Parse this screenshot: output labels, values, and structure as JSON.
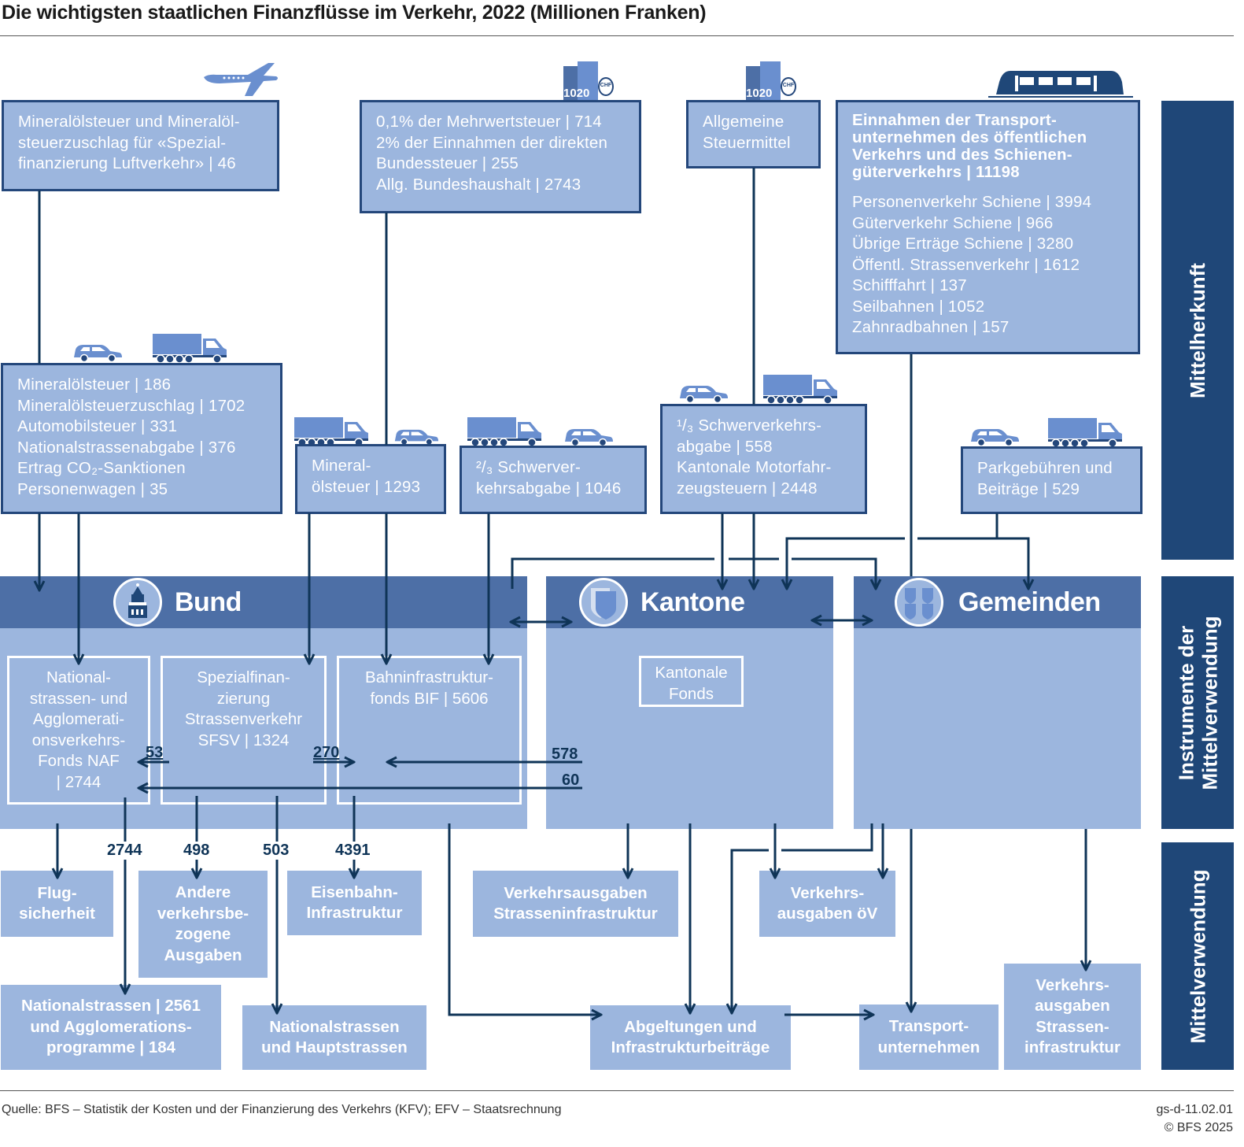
{
  "title": "Die wichtigsten staatlichen Finanzflüsse im Verkehr, 2022 (Millionen Franken)",
  "sources": {
    "air": [
      "Mineralölsteuer und Mineralöl-",
      "steuerzuschlag für «Spezial-",
      "finanzierung Luftverkehr» | 46"
    ],
    "vat": [
      "0,1% der Mehrwertsteuer | 714",
      "2% der Einnahmen der direkten",
      "Bundessteuer | 255",
      "Allg. Bundeshaushalt | 2743"
    ],
    "general": [
      "Allgemeine",
      "Steuermittel"
    ],
    "transport_heading": "Einnahmen der Transport­unternehmen des öffentlichen Verkehrs und des Schienen­güterverkehrs | 11198",
    "transport": [
      "Personenverkehr Schiene | 3994",
      "Güterverkehr Schiene | 966",
      "Übrige Erträge Schiene | 3280",
      "Öffentl. Strassenverkehr | 1612",
      "Schifffahrt | 137",
      "Seilbahnen | 1052",
      "Zahnradbahnen | 157"
    ],
    "road": [
      "Mineralölsteuer | 186",
      "Mineralölsteuerzuschlag | 1702",
      "Automobilsteuer | 331",
      "Nationalstrassenabgabe | 376",
      "Ertrag CO₂-Sanktionen",
      "Personenwagen | 35"
    ],
    "mineral": [
      "Mineral-",
      "ölsteuer | 1293"
    ],
    "hvf23": [
      "²/₃ Schwerver-",
      "kehrsabgabe | 1046"
    ],
    "hvf13": [
      "¹/₃ Schwerverkehrs-",
      "abgabe | 558",
      "Kantonale Motorfahr-",
      "zeugsteuern | 2448"
    ],
    "parking": [
      "Parkgebühren und",
      "Beiträge | 529"
    ]
  },
  "entities": {
    "bund": "Bund",
    "kantone": "Kantone",
    "gemeinden": "Gemeinden"
  },
  "funds": {
    "naf": [
      "National-",
      "strassen- und",
      "Agglomerati-",
      "onsverkehrs-",
      "Fonds NAF",
      "| 2744"
    ],
    "sfsv": [
      "Spezialfinan-",
      "zierung",
      "Strassenverkehr",
      "SFSV | 1324"
    ],
    "bif": [
      "Bahninfrastruktur-",
      "fonds BIF | 5606"
    ],
    "kantonal": [
      "Kantonale",
      "Fonds"
    ]
  },
  "flows": {
    "f53": "53",
    "f270": "270",
    "f578": "578",
    "f60": "60",
    "f2744": "2744",
    "f498": "498",
    "f503": "503",
    "f4391": "4391"
  },
  "uses": {
    "flug": [
      "Flug-",
      "sicherheit"
    ],
    "andere": [
      "Andere",
      "verkehrsbe-",
      "zogene",
      "Ausgaben"
    ],
    "eisenbahn": [
      "Eisenbahn-",
      "Infrastruktur"
    ],
    "vstrasse": [
      "Verkehrsausgaben",
      "Strasseninfrastruktur"
    ],
    "voev": [
      "Verkehrs-",
      "ausgaben öV"
    ],
    "ns": [
      "Nationalstrassen | 2561",
      "und Agglomerations-",
      "programme | 184"
    ],
    "nsh": [
      "Nationalstrassen",
      "und Hauptstrassen"
    ],
    "abg": [
      "Abgeltungen und",
      "Infrastrukturbeiträge"
    ],
    "tu": [
      "Transport-",
      "unternehmen"
    ],
    "vgem": [
      "Verkehrs-",
      "ausgaben",
      "Strassen-",
      "infrastruktur"
    ]
  },
  "side": {
    "herkunft": "Mittelherkunft",
    "instrumente": [
      "Instrumente der",
      "Mittelverwendung"
    ],
    "verwendung": "Mittelverwendung"
  },
  "icons": {
    "doc_label": "1020",
    "coin_label": "CHF"
  },
  "footer": {
    "source": "Quelle: BFS – Statistik der Kosten und der Finanzierung des Verkehrs (KFV); EFV – Staatsrechnung",
    "code": "gs-d-11.02.01",
    "copyright": "© BFS 2025"
  },
  "colors": {
    "header": "#4d6fa6",
    "body": "#9cb6de",
    "navy": "#1f4778",
    "line": "#0f3457"
  }
}
